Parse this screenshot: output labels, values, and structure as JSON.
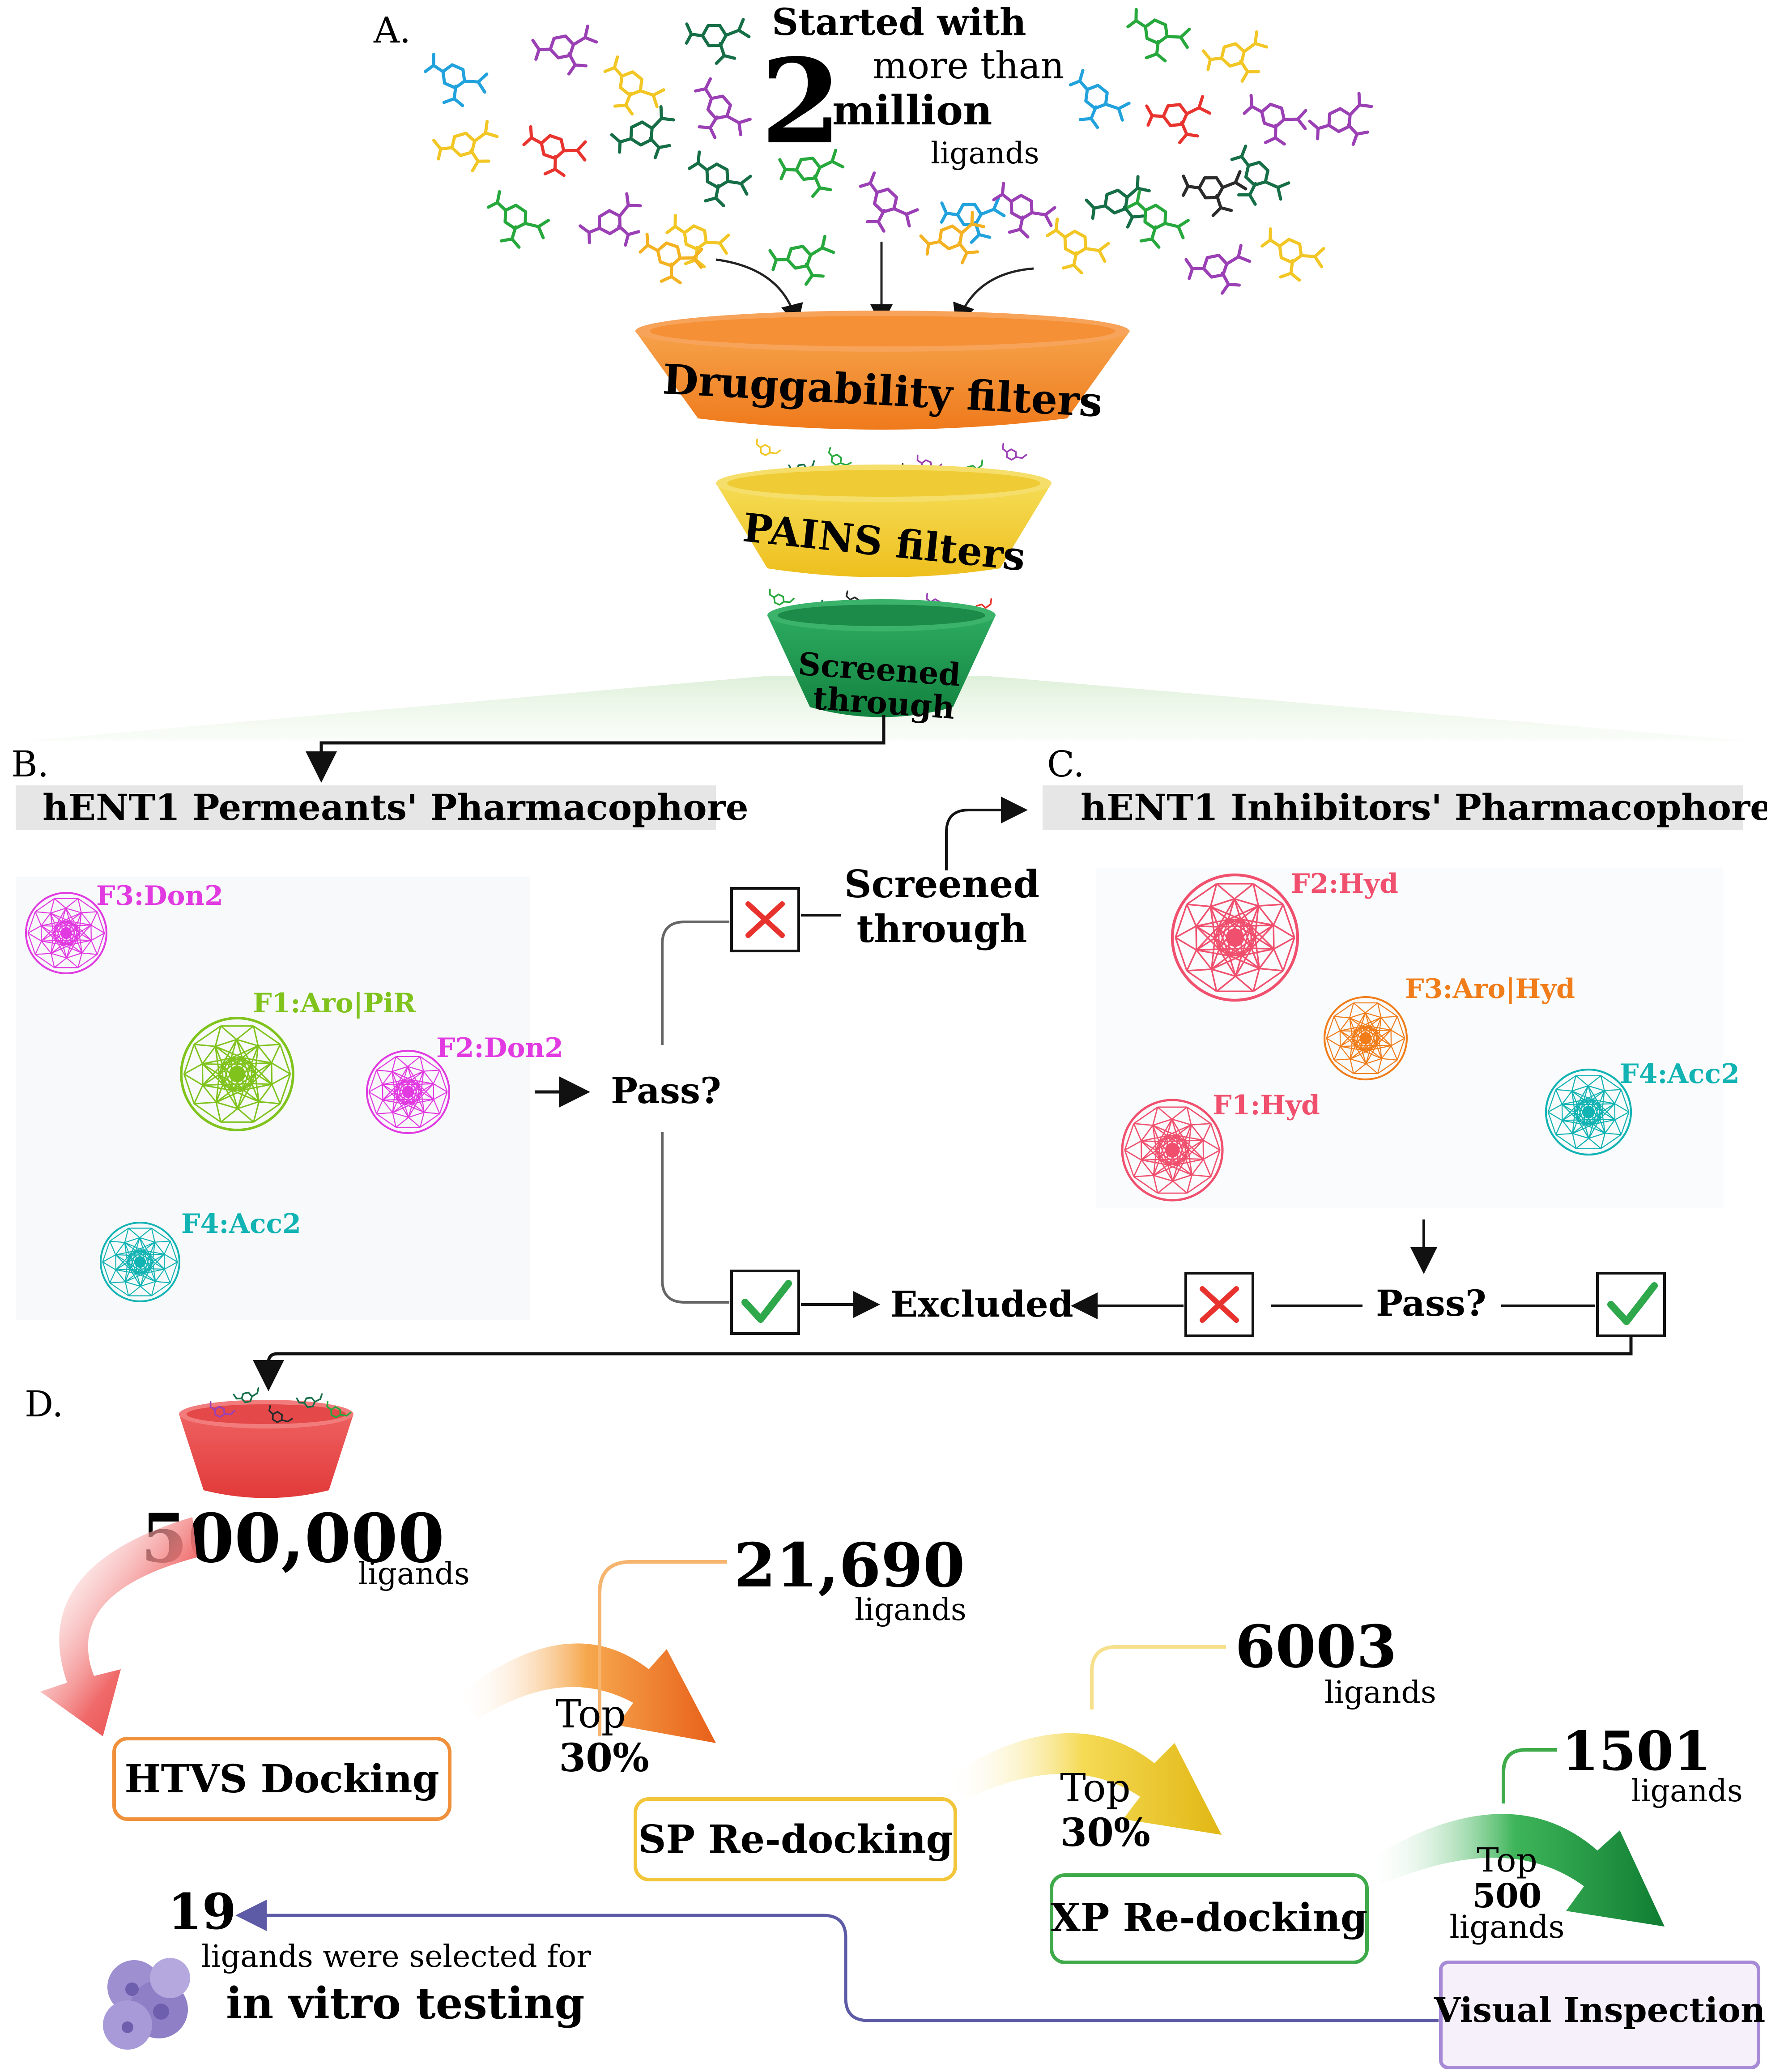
{
  "panel_labels": {
    "a": "A.",
    "b": "B.",
    "c": "C.",
    "d": "D."
  },
  "section_a": {
    "started_line1": "Started with",
    "started_line2": "more than",
    "started_number": "2",
    "started_unit": "million",
    "started_suffix": "ligands",
    "funnel_1_label": "Druggability filters",
    "funnel_2_label": "PAINS filters",
    "funnel_3_line1": "Screened",
    "funnel_3_line2": "through"
  },
  "section_b": {
    "title": "hENT1 Permeants' Pharmacophore",
    "features": [
      {
        "label": "F3:Don2",
        "color": "#e13ae1"
      },
      {
        "label": "F1:Aro|PiR",
        "color": "#7fc31c"
      },
      {
        "label": "F2:Don2",
        "color": "#e13ae1"
      },
      {
        "label": "F4:Acc2",
        "color": "#12b3b3"
      }
    ]
  },
  "section_c": {
    "title": "hENT1 Inhibitors' Pharmacophore",
    "features": [
      {
        "label": "F2:Hyd",
        "color": "#f0506e"
      },
      {
        "label": "F3:Aro|Hyd",
        "color": "#f07d1a"
      },
      {
        "label": "F4:Acc2",
        "color": "#12b3b3"
      },
      {
        "label": "F1:Hyd",
        "color": "#f0506e"
      }
    ]
  },
  "flow": {
    "pass_label": "Pass?",
    "excluded_label": "Excluded",
    "screened_line1": "Screened",
    "screened_line2": "through"
  },
  "section_d": {
    "start_count": "500,000",
    "start_unit": "ligands",
    "unit": "ligands",
    "steps": [
      {
        "label": "HTVS Docking",
        "color": "#f0903a"
      },
      {
        "label": "SP Re-docking",
        "color": "#f2c53a"
      },
      {
        "label": "XP Re-docking",
        "color": "#3faa4a"
      },
      {
        "label": "Visual Inspection",
        "color": "#a68ad6"
      }
    ],
    "counts": [
      "21,690",
      "6003",
      "1501"
    ],
    "filters": [
      {
        "line1": "Top",
        "line2": "30%"
      },
      {
        "line1": "Top",
        "line2": "30%"
      },
      {
        "line1": "Top",
        "line2": "500",
        "line3": "ligands"
      }
    ],
    "final_count": "19",
    "final_line1": "ligands were selected for",
    "final_line2": "in vitro testing"
  },
  "colors": {
    "funnel_orange": "#f28a2e",
    "funnel_yellow": "#f2cd36",
    "funnel_green": "#1f9a52",
    "funnel_red": "#ea4f4f",
    "cross_red": "#e8322e",
    "check_green": "#2ea84a",
    "loop_purple": "#5d5aa6"
  }
}
